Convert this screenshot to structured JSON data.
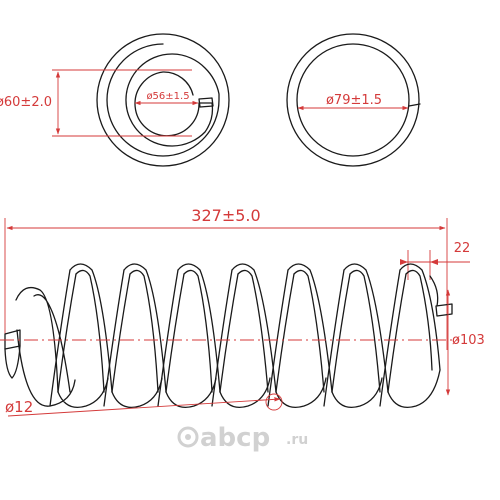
{
  "dimensions": {
    "inner_diameter_outer": "ø60±2.0",
    "inner_diameter_inner": "ø56±1.5",
    "end_diameter": "ø79±1.5",
    "free_length": "327±5.0",
    "end_offset": "22",
    "outer_diameter": "ø103",
    "wire_diameter": "ø12"
  },
  "watermark": {
    "brand": "abcp",
    "domain": ".ru"
  },
  "colors": {
    "spring_line": "#1a1a1a",
    "dimension": "#d43a3a",
    "watermark": "#c9c9c9"
  },
  "icons": {
    "watermark_logo": "abcp-logo-icon"
  }
}
